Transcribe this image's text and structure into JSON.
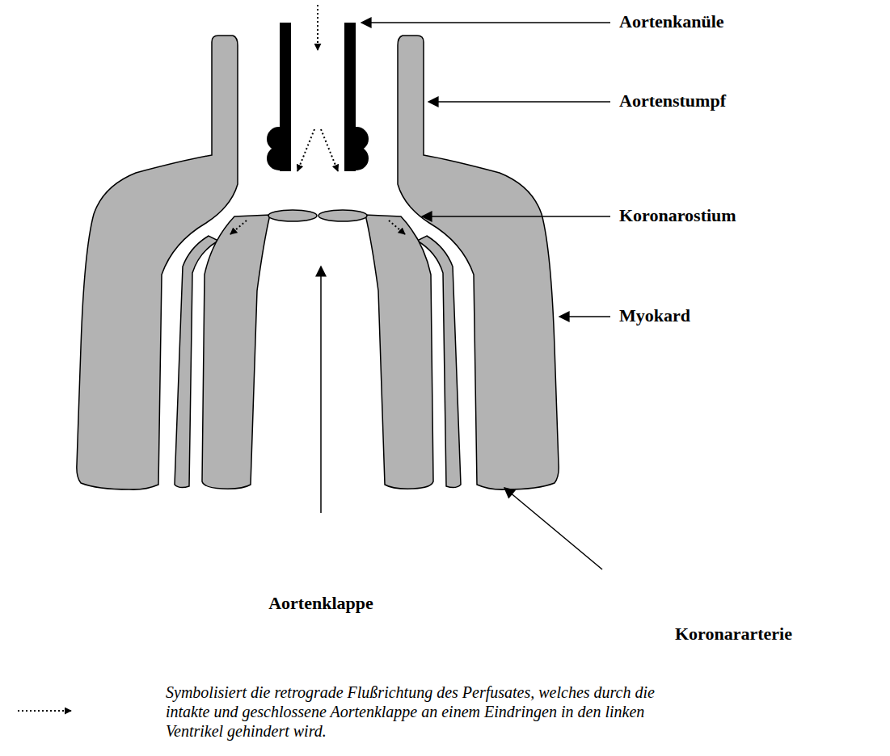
{
  "diagram": {
    "labels": [
      "Aortenkanüle",
      "Aortenstumpf",
      "Koronarostium",
      "Myokard",
      "Aortenklappe",
      "Koronararterie"
    ],
    "legend": [
      {
        "text": "Symbolisiert die retrograde Flußrichtung des Perfusates, welches durch die intakte und geschlossene Aortenklappe an einem Eindringen in den linken Ventrikel gehindert wird."
      }
    ]
  }
}
